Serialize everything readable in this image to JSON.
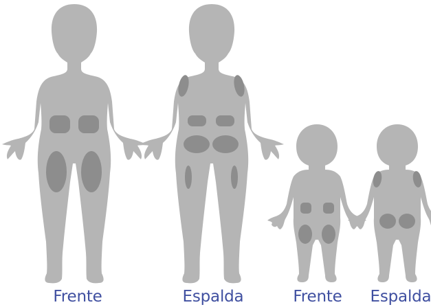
{
  "figures": [
    {
      "id": "adult-front",
      "caption": "Frente"
    },
    {
      "id": "adult-back",
      "caption": "Espalda"
    },
    {
      "id": "child-front",
      "caption": "Frente"
    },
    {
      "id": "child-back",
      "caption": "Espalda"
    }
  ],
  "colors": {
    "silhouette": "#b5b5b5",
    "injection_zone": "#8d8d8d",
    "caption": "#3f4fa0"
  }
}
